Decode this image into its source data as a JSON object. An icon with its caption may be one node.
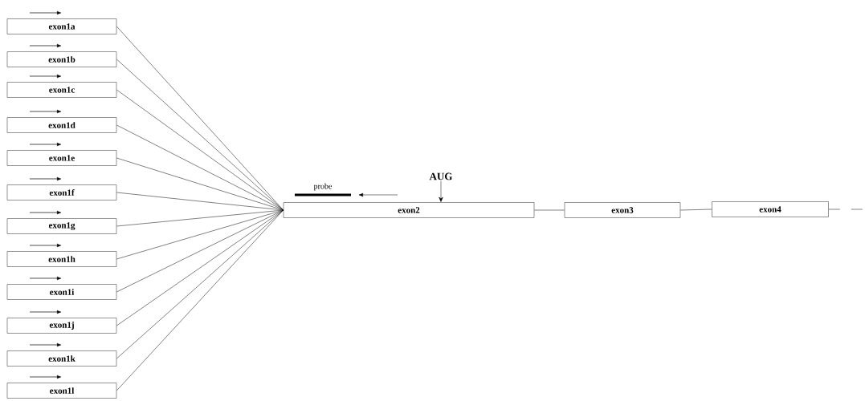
{
  "diagram": {
    "nodes": [
      {
        "text": [
          "exon1a"
        ]
      },
      {
        "text": [
          "exon1b"
        ]
      },
      {
        "text": [
          "exon1c"
        ]
      },
      {
        "text": [
          "exon1d"
        ]
      },
      {
        "text": [
          "exon1e"
        ]
      },
      {
        "text": [
          "exon1f"
        ]
      },
      {
        "text": [
          "exon1g"
        ]
      },
      {
        "text": [
          "exon1h"
        ]
      },
      {
        "text": [
          "exon1i"
        ]
      },
      {
        "text": [
          "exon1j"
        ]
      },
      {
        "text": [
          "exon1k"
        ]
      },
      {
        "text": [
          "exon1l"
        ]
      },
      {
        "text": [
          "exon2"
        ]
      },
      {
        "text": [
          "exon3"
        ]
      },
      {
        "text": [
          "exon4"
        ]
      },
      {
        "text": [
          "AUG"
        ]
      },
      {
        "text": [
          "probe"
        ]
      }
    ],
    "edges": [
      {
        "from": 0,
        "to": 12,
        "arrow": "none"
      },
      {
        "from": 1,
        "to": 12,
        "arrow": "none"
      },
      {
        "from": 2,
        "to": 12,
        "arrow": "none"
      },
      {
        "from": 3,
        "to": 12,
        "arrow": "none"
      },
      {
        "from": 4,
        "to": 12,
        "arrow": "none"
      },
      {
        "from": 5,
        "to": 12,
        "arrow": "none"
      },
      {
        "from": 6,
        "to": 12,
        "arrow": "none"
      },
      {
        "from": 7,
        "to": 12,
        "arrow": "none"
      },
      {
        "from": 8,
        "to": 12,
        "arrow": "none"
      },
      {
        "from": 9,
        "to": 12,
        "arrow": "none"
      },
      {
        "from": 10,
        "to": 12,
        "arrow": "none"
      },
      {
        "from": 11,
        "to": 12,
        "arrow": "none"
      },
      {
        "from": 12,
        "to": 13,
        "arrow": "none"
      },
      {
        "from": 13,
        "to": 14,
        "arrow": "none"
      },
      {
        "from": 14,
        "to": null,
        "arrow": "none",
        "style": "dashed"
      },
      {
        "from": 15,
        "to": 12,
        "arrow": "to"
      }
    ]
  }
}
